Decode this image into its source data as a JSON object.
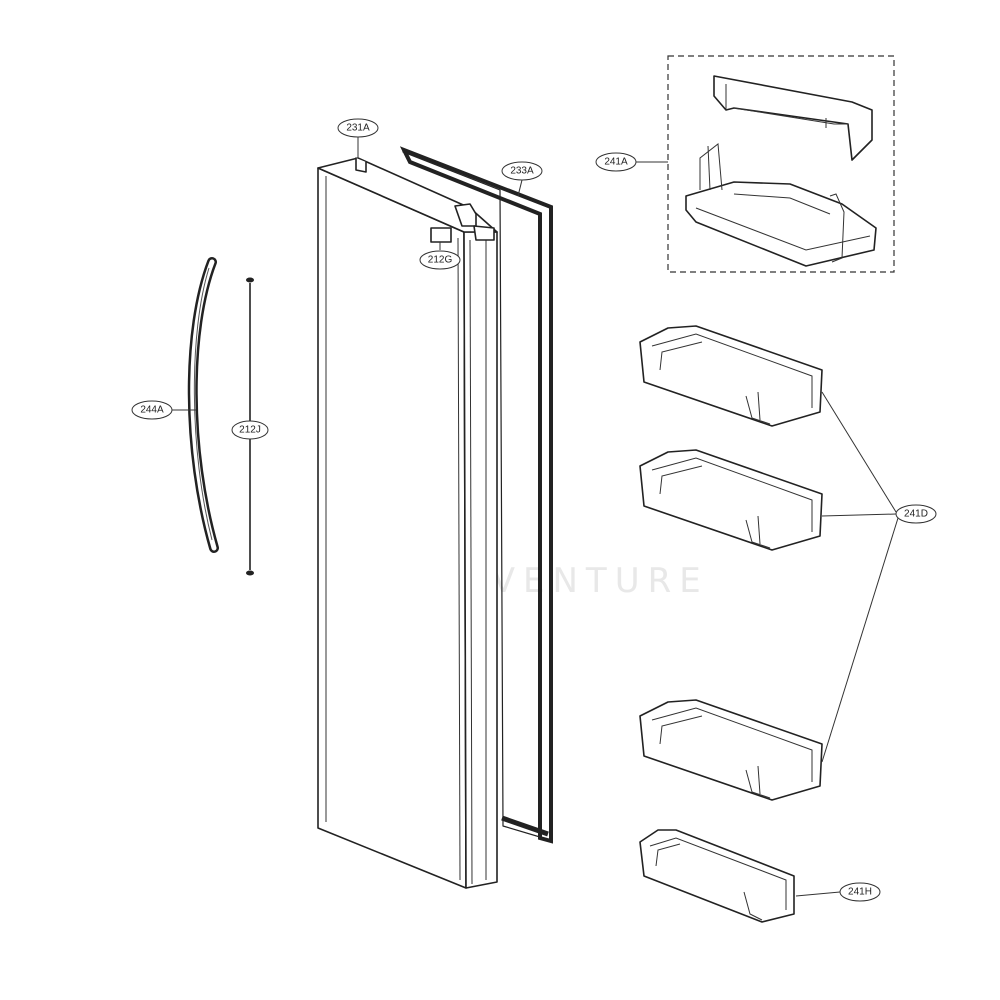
{
  "diagram": {
    "watermark": "LEASEVENTURE",
    "labels": {
      "door": "231A",
      "gasket": "233A",
      "bracket": "212G",
      "handle": "244A",
      "handle_rod": "212J",
      "top_basket": "241A",
      "door_basket": "241D",
      "small_basket": "241H"
    }
  }
}
